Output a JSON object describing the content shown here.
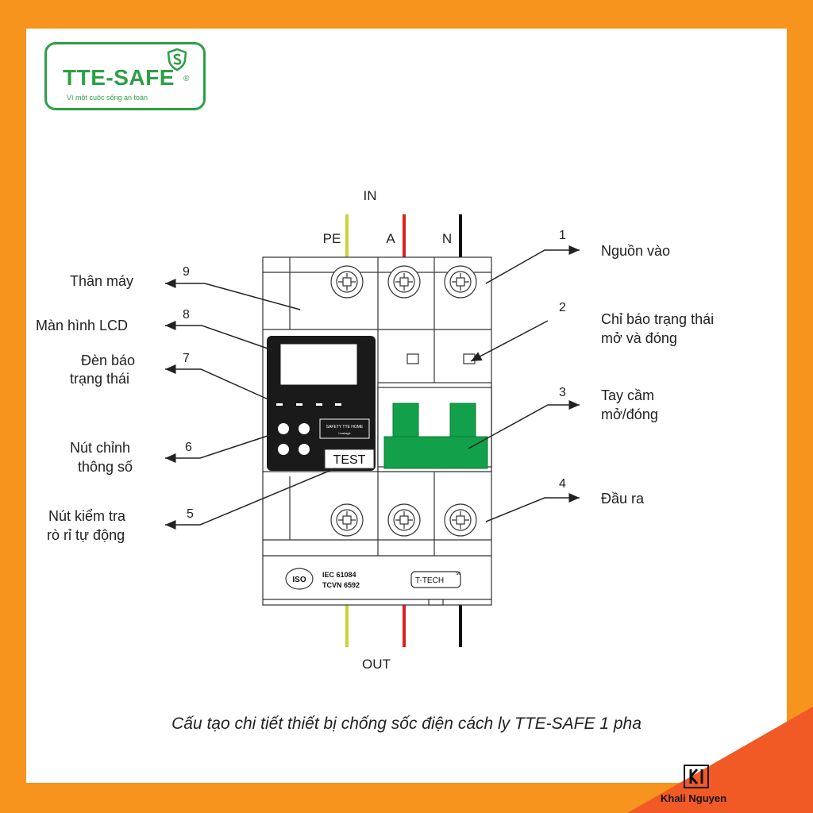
{
  "logo": {
    "title": "TTE-SAFE",
    "registered": "®",
    "tagline": "Vì một cuộc sống an toàn"
  },
  "wires": {
    "in_label": "IN",
    "out_label": "OUT",
    "pe": "PE",
    "a": "A",
    "n": "N",
    "colors": {
      "pe": "#c8d43a",
      "a": "#e02020",
      "n": "#111111",
      "button_green": "#12a04a"
    }
  },
  "callouts": [
    {
      "num": "1",
      "text": "Nguồn vào"
    },
    {
      "num": "2",
      "line1": "Chỉ báo trạng thái",
      "line2": "mở và đóng"
    },
    {
      "num": "3",
      "line1": "Tay cầm",
      "line2": "mở/đóng"
    },
    {
      "num": "4",
      "text": "Đầu ra"
    },
    {
      "num": "5",
      "line1": "Nút kiểm tra",
      "line2": "rò rỉ tự động"
    },
    {
      "num": "6",
      "line1": "Nút chỉnh",
      "line2": "thông số"
    },
    {
      "num": "7",
      "line1": "Đèn báo",
      "line2": "trạng thái"
    },
    {
      "num": "8",
      "text": "Màn hình LCD"
    },
    {
      "num": "9",
      "text": "Thân máy"
    }
  ],
  "device": {
    "test_label": "TEST",
    "panel_label_1": "SAFETY TTE HOME",
    "panel_label_2": "Leakage",
    "iso": "ISO",
    "std1": "IEC 61084",
    "std2": "TCVN 6592",
    "maker": "T-TECH",
    "maker_sup": "S0"
  },
  "caption": "Cấu tạo chi tiết thiết bị chống sốc điện cách ly TTE-SAFE 1 pha",
  "brand": {
    "mark": "KI",
    "name": "Khali Nguyen"
  }
}
